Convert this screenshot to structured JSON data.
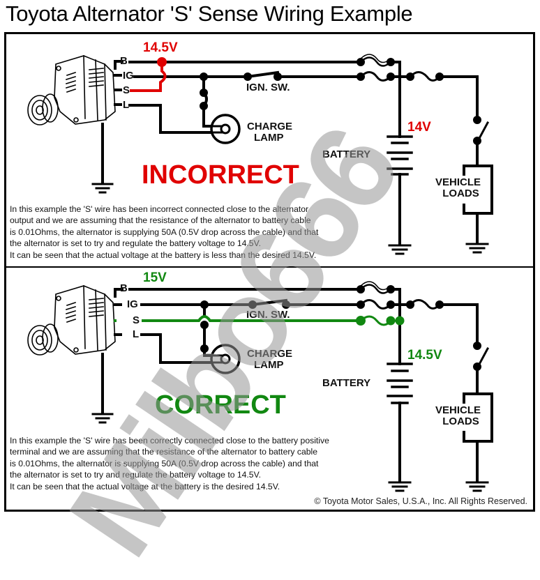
{
  "title": "Toyota Alternator 'S' Sense Wiring Example",
  "watermark": "Milbo666",
  "colors": {
    "incorrect": "#e00000",
    "correct": "#118811",
    "wire": "#000000",
    "watermark": "#969696"
  },
  "panels": [
    {
      "verdict": "INCORRECT",
      "alternator_voltage": "14.5V",
      "battery_voltage": "14V",
      "terminals": [
        "B",
        "IG",
        "S",
        "L"
      ],
      "labels": {
        "ignition_switch": "IGN. SW.",
        "charge_lamp_line1": "CHARGE",
        "charge_lamp_line2": "LAMP",
        "battery": "BATTERY",
        "vehicle_loads_line1": "VEHICLE",
        "vehicle_loads_line2": "LOADS"
      },
      "description": [
        "In this example the 'S' wire has been incorrect connected close to the alternator",
        "output and we are assuming that the resistance of the alternator to battery cable",
        "is 0.01Ohms, the alternator is supplying 50A (0.5V drop across the cable) and that",
        "the alternator is set to try and regulate the battery voltage to 14.5V.",
        "It can be seen that the actual voltage at the battery is less than the desired 14.5V."
      ]
    },
    {
      "verdict": "CORRECT",
      "alternator_voltage": "15V",
      "battery_voltage": "14.5V",
      "terminals": [
        "B",
        "IG",
        "S",
        "L"
      ],
      "labels": {
        "ignition_switch": "IGN. SW.",
        "charge_lamp_line1": "CHARGE",
        "charge_lamp_line2": "LAMP",
        "battery": "BATTERY",
        "vehicle_loads_line1": "VEHICLE",
        "vehicle_loads_line2": "LOADS"
      },
      "description": [
        "In this example the 'S' wire has been correctly connected close to the battery positive",
        "terminal and we are assuming that the resistance of the alternator to battery cable",
        "is 0.01Ohms, the alternator is supplying 50A (0.5V drop across the cable) and that",
        "the alternator is set to try and regulate the battery voltage to 14.5V.",
        "It can be seen that the actual voltage at the battery is the desired 14.5V."
      ]
    }
  ],
  "copyright": "© Toyota Motor Sales, U.S.A., Inc. All Rights Reserved."
}
